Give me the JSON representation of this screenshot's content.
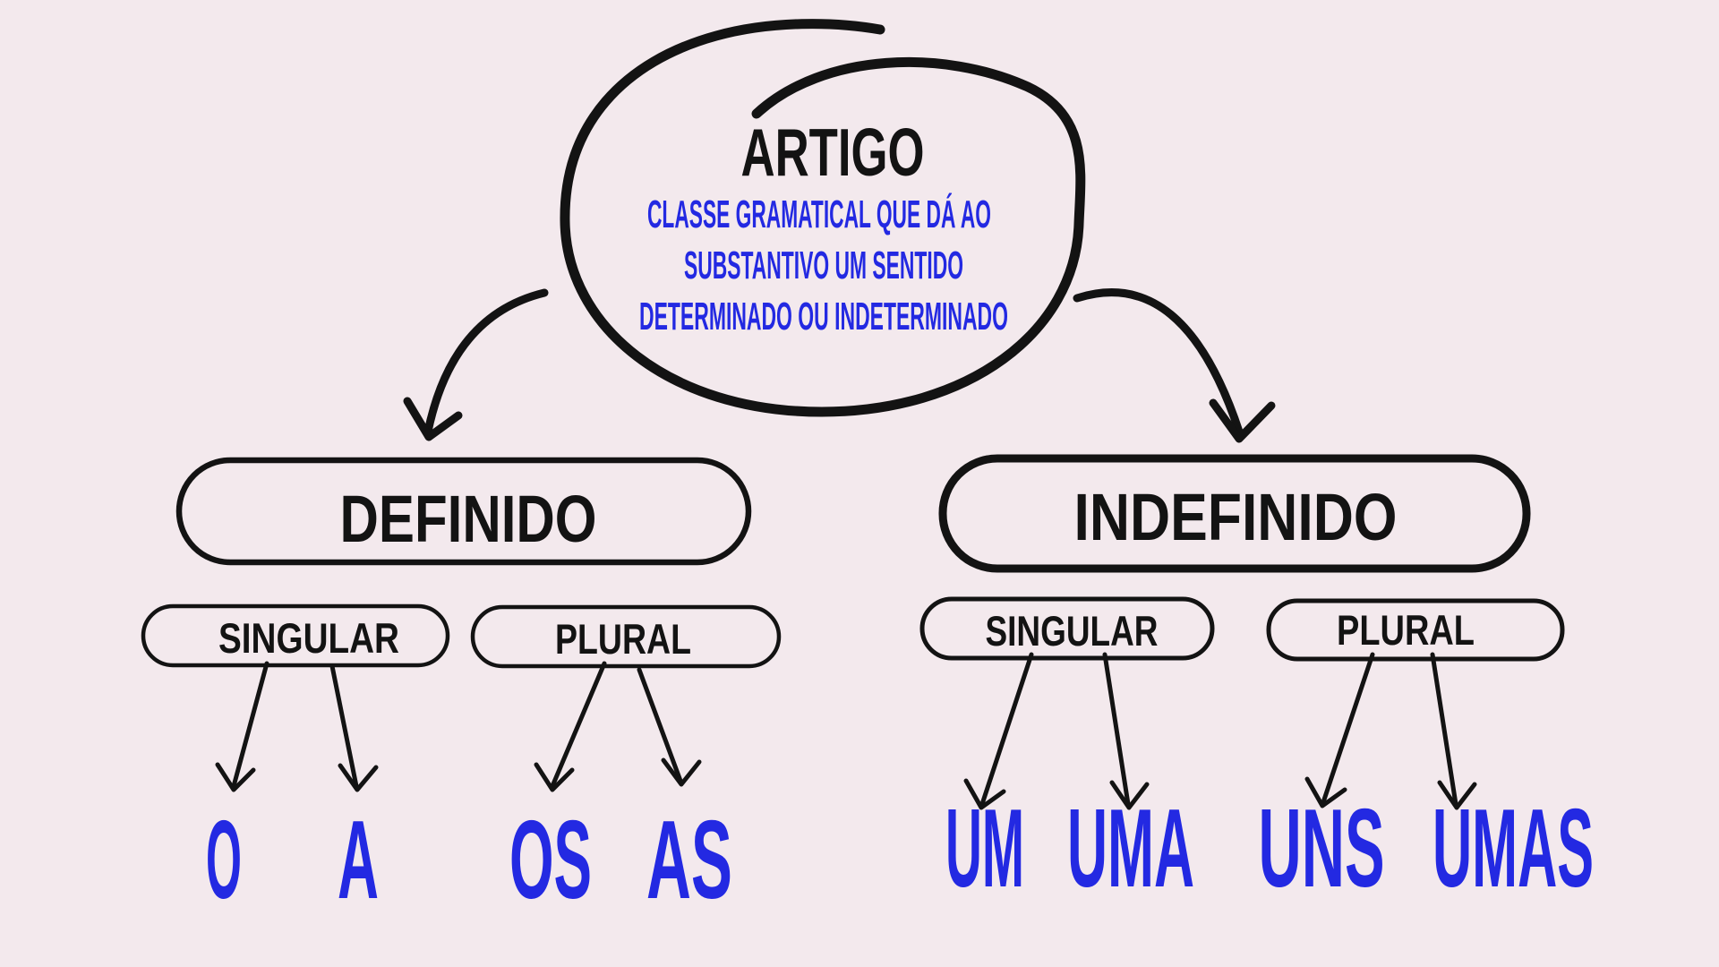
{
  "colors": {
    "background": "#f3e9ed",
    "ink": "#131313",
    "accent_blue": "#2329e2"
  },
  "central_node": {
    "title": "ARTIGO",
    "description_lines": [
      "CLASSE GRAMATICAL QUE DÁ AO",
      "SUBSTANTIVO UM SENTIDO",
      "DETERMINADO OU INDETERMINADO"
    ]
  },
  "branches": {
    "definido": {
      "label": "DEFINIDO",
      "singular": {
        "label": "SINGULAR",
        "articles": [
          "O",
          "A"
        ]
      },
      "plural": {
        "label": "PLURAL",
        "articles": [
          "OS",
          "AS"
        ]
      }
    },
    "indefinido": {
      "label": "INDEFINIDO",
      "singular": {
        "label": "SINGULAR",
        "articles": [
          "UM",
          "UMA"
        ]
      },
      "plural": {
        "label": "PLURAL",
        "articles": [
          "UNS",
          "UMAS"
        ]
      }
    }
  }
}
